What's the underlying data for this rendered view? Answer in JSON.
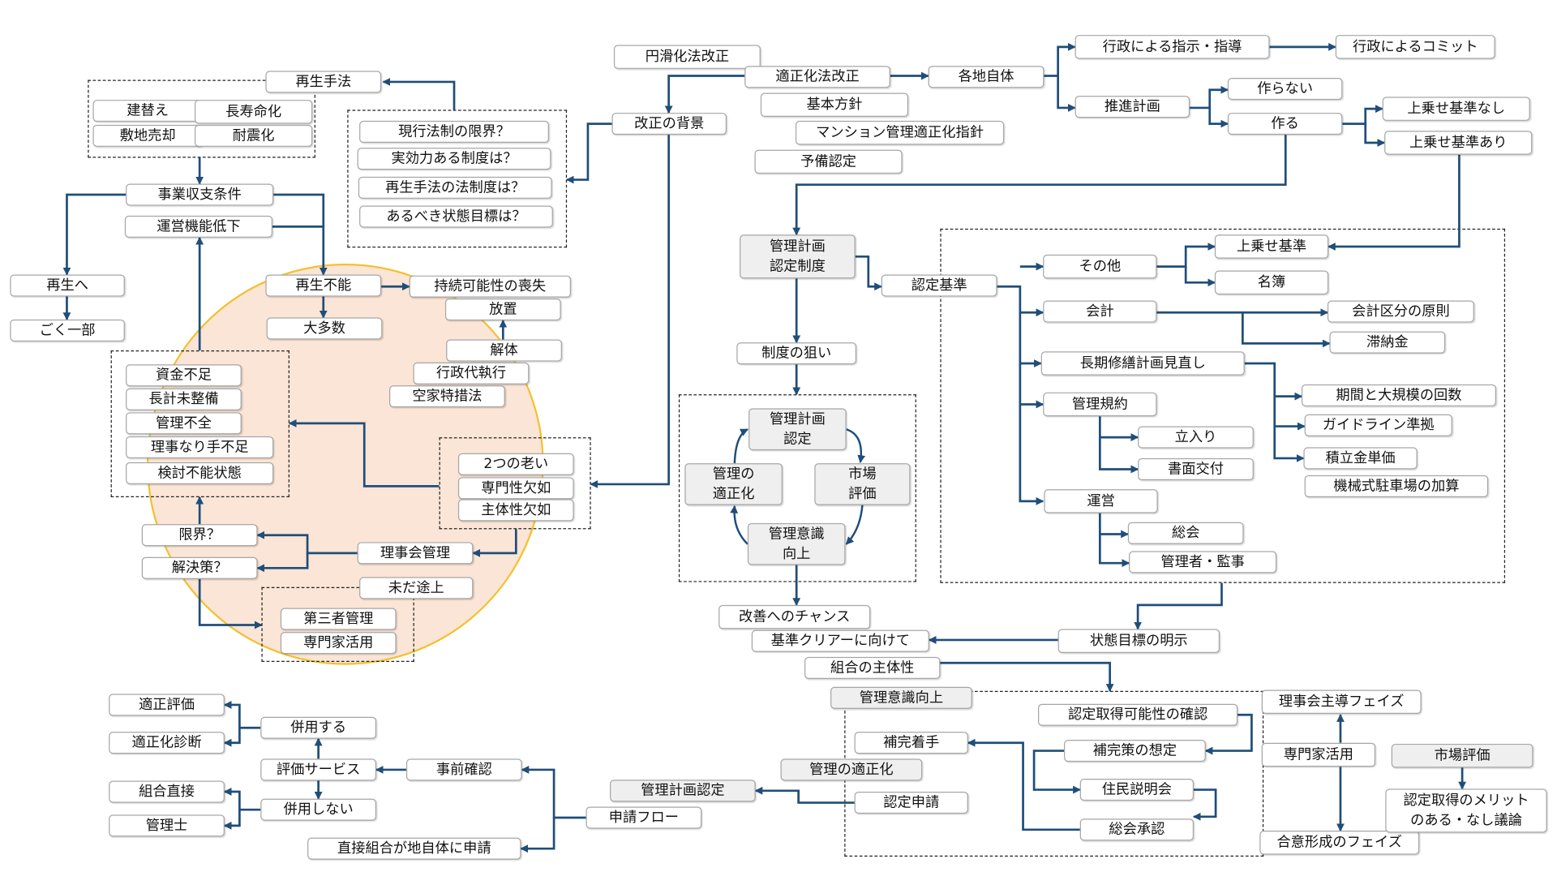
{
  "colors": {
    "connector": "#1f4e79",
    "ellipse_fill": "#fbe5d6",
    "ellipse_stroke": "#f2c12e",
    "node_border": "#a6a6a6",
    "highlight_node": "#efefef"
  },
  "nodes": {
    "saisei_shuho": "再生手法",
    "tatekae": "建替え",
    "chojumyoka": "長寿命化",
    "shikichi_baikyaku": "敷地売却",
    "taishinka": "耐震化",
    "q_genkai": "現行法制の限界？",
    "q_jikkoryoku": "実効力ある制度は？",
    "q_hoseido": "再生手法の法制度は？",
    "q_joutai": "あるべき状態目標は？",
    "kaisei_haikei": "改正の背景",
    "enkatsuka": "円滑化法改正",
    "tekiseika_kaisei": "適正化法改正",
    "kihon_hoshin": "基本方針",
    "shishin": "マンション管理適正化指針",
    "yobi_nintei": "予備認定",
    "kakuchi": "各地自体",
    "gyosei_shiji": "行政による指示・指導",
    "gyosei_commit": "行政によるコミット",
    "suishin": "推進計画",
    "tsukuranai": "作らない",
    "tsukuru": "作る",
    "uwanose_nashi": "上乗せ基準なし",
    "uwanose_ari": "上乗せ基準あり",
    "jigyo_shushi": "事業収支条件",
    "unei_teika": "運営機能低下",
    "saisei_he": "再生へ",
    "gokuichibu": "ごく一部",
    "saisei_funo": "再生不能",
    "jizoku_soshitsu": "持続可能性の喪失",
    "taтasu": "大多数",
    "hochi": "放置",
    "kaitai": "解体",
    "daishikko": "行政代執行",
    "akiya": "空家特措法",
    "shikin_busoku": "資金不足",
    "chokei_mi": "長計未整備",
    "kanri_fuzen": "管理不全",
    "rijinarite": "理事なり手不足",
    "kento_funo": "検討不能状態",
    "futatsu_oi": "2つの老い",
    "senmon_ketsujo": "専門性欠如",
    "shutai_ketsujo": "主体性欠如",
    "rijikai_kanri": "理事会管理",
    "genkai_q": "限界？",
    "kaiketsu_q": "解決策？",
    "imada_tojo": "未だ途上",
    "daisansha": "第三者管理",
    "senmonka_1": "専門家活用",
    "tekisei_hyoka": "適正評価",
    "tekiseika_shindan": "適正化診断",
    "kumiai_chokusetsu": "組合直接",
    "kanrishi": "管理士",
    "heiyo_suru": "併用する",
    "hyoka_service": "評価サービス",
    "heiyo_shinai": "併用しない",
    "jizen_kakunin": "事前確認",
    "chokusetsu_shinsei": "直接組合が地自体に申請",
    "kanri_keikaku_nintei_2": "管理計画認定",
    "shinsei_flow": "申請フロー",
    "nintei_seido": "管理計画\n認定制度",
    "nintei_kijun": "認定基準",
    "seido_nerai": "制度の狙い",
    "cyc_nintei": "管理計画\n認定",
    "cyc_shijo": "市場\n評価",
    "cyc_ishiki": "管理意識\n向上",
    "cyc_tekisei": "管理の\n適正化",
    "kaizen_chance": "改善へのチャンス",
    "kijun_clear": "基準クリアーに向けて",
    "kumiai_shutai": "組合の主体性",
    "joutai_meiji": "状態目標の明示",
    "kanri_ishiki": "管理意識向上",
    "kanri_tekisei": "管理の適正化",
    "hokan_chakushu": "補完着手",
    "nintei_shinsei": "認定申請",
    "kanousei_kakunin": "認定取得可能性の確認",
    "hokan_sotei": "補完策の想定",
    "jumin_setsumei": "住民説明会",
    "sokai_shonin": "総会承認",
    "rijikai_phase": "理事会主導フェイズ",
    "senmonka_2": "専門家活用",
    "goi_phase": "合意形成のフェイズ",
    "shijo_hyoka": "市場評価",
    "merit_giron": "認定取得のメリット\nのある・なし議論",
    "uwanose_kijun": "上乗せ基準",
    "meibo": "名簿",
    "sonota": "その他",
    "kaikei": "会計",
    "kaikei_kubun": "会計区分の原則",
    "tainou": "滞納金",
    "choki_shuzen": "長期修繕計画見直し",
    "kikan_kaisu": "期間と大規模の回数",
    "guideline": "ガイドライン準拠",
    "tsumitate": "積立金単価",
    "kikaishiki": "機械式駐車場の加算",
    "kanri_kiyaku": "管理規約",
    "tachiiri": "立入り",
    "shomen": "書面交付",
    "unei": "運営",
    "sokai": "総会",
    "kanrisha_kanji": "管理者・監事"
  }
}
